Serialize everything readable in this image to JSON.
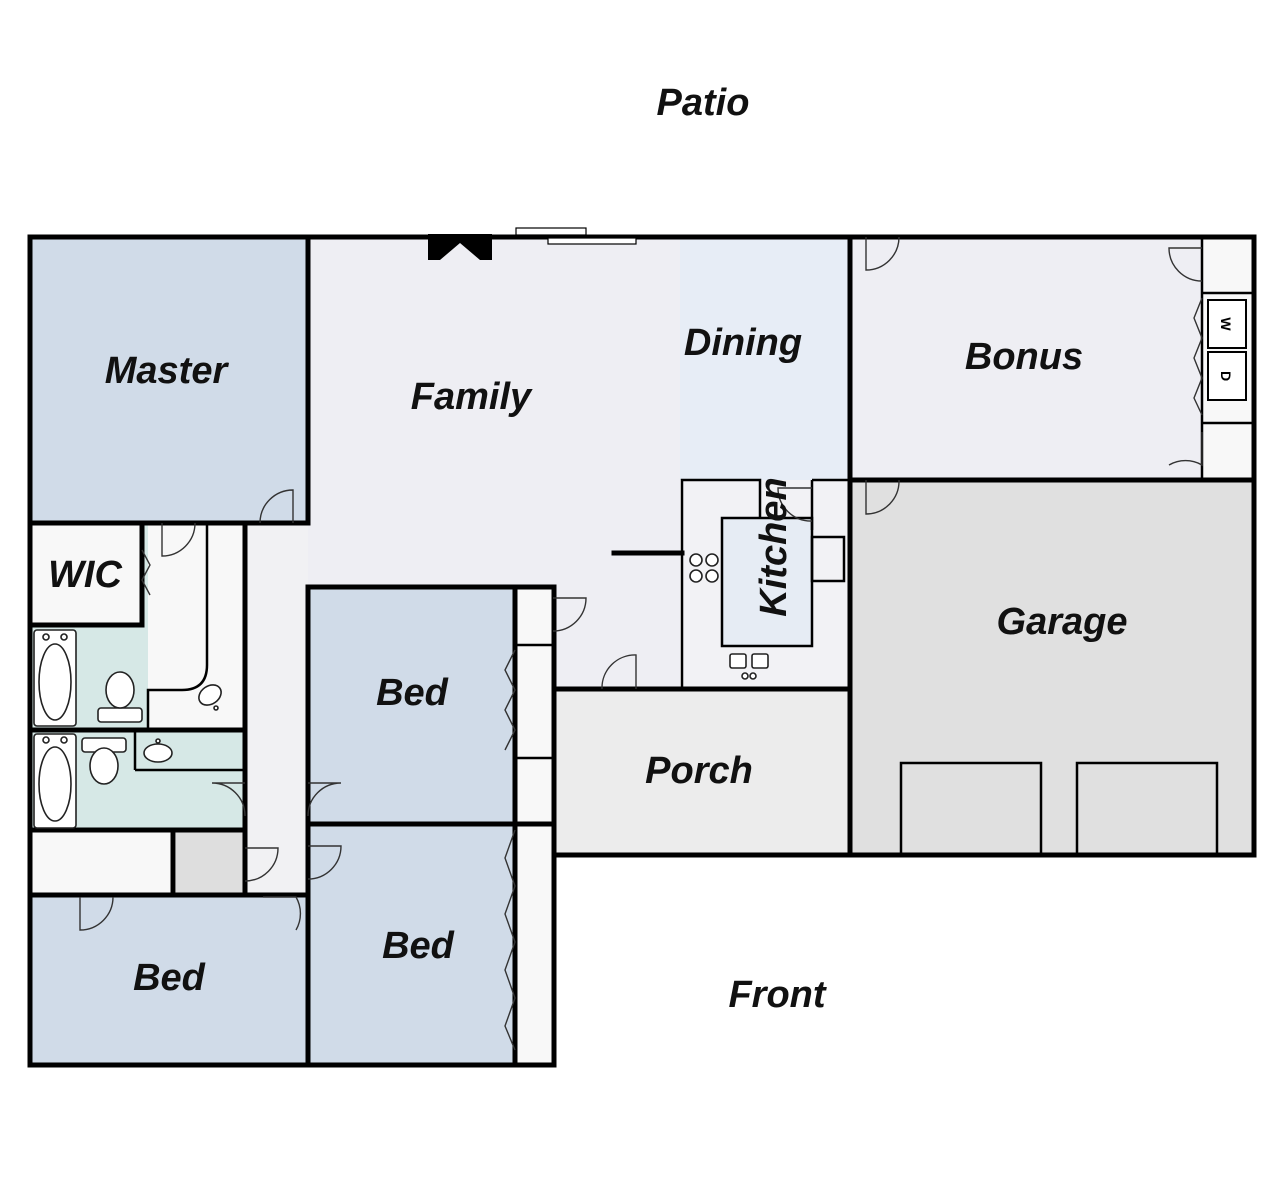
{
  "colors": {
    "wall": "#000000",
    "bedroom_fill": "#d0dbe8",
    "living_fill": "#eeeef3",
    "dining_fill": "#e7edf6",
    "bath_fill": "#d6e8e6",
    "garage_fill": "#e0e0e0",
    "porch_fill": "#ececec",
    "hall_fill": "#f1f1f3",
    "closet_fill": "#f8f8f8",
    "kitchen_fill": "#e6ecf4"
  },
  "labels": {
    "patio": "Patio",
    "master": "Master",
    "family": "Family",
    "dining": "Dining",
    "bonus": "Bonus",
    "wic": "WIC",
    "kitchen": "Kitchen",
    "garage": "Garage",
    "bed_center": "Bed",
    "porch": "Porch",
    "bed_lower_left": "Bed",
    "bed_lower_center": "Bed",
    "front": "Front",
    "washer": "W",
    "dryer": "D"
  },
  "icons": {
    "fireplace": "fireplace-icon",
    "sliding_door": "sliding-door-icon",
    "bathtub": "bathtub-icon",
    "toilet": "toilet-icon",
    "sink": "sink-icon",
    "stove": "stove-icon",
    "door_swing": "door-swing-icon",
    "garage_door": "garage-door-icon"
  }
}
